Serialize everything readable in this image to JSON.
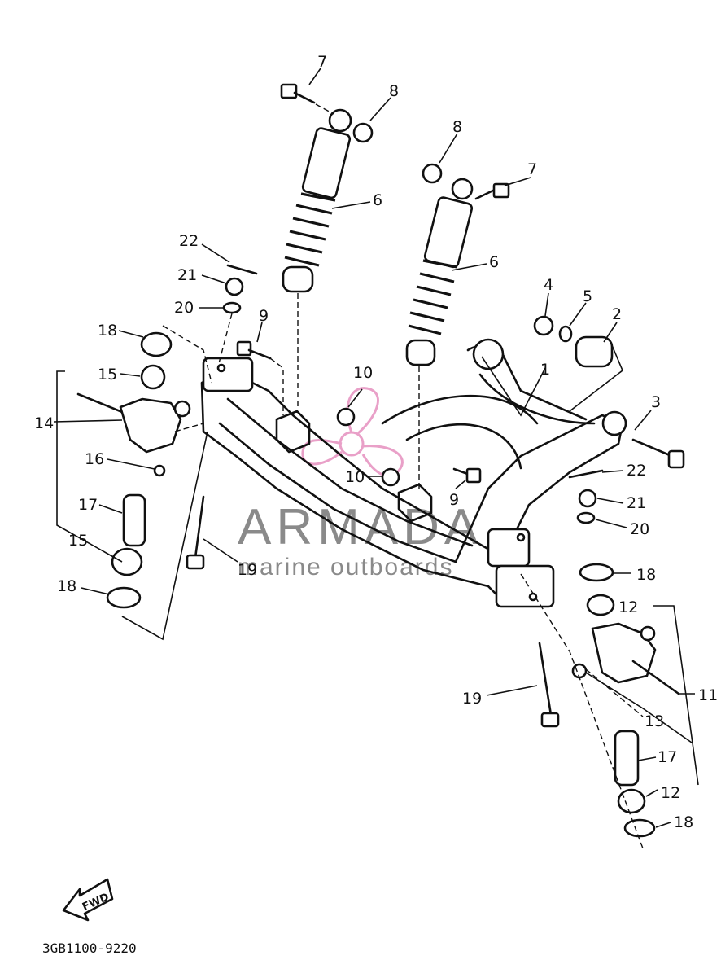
{
  "diagram": {
    "diagram_code": "3GB1100-9220",
    "fwd_label": "FWD",
    "watermark": {
      "brand": "ARMADA",
      "tagline": "marine outboards",
      "logo_icon": "propeller-icon",
      "logo_color": "#e9a0c8",
      "text_color": "#8a8a8a"
    },
    "callouts": [
      {
        "id": "c7a",
        "text": "7"
      },
      {
        "id": "c8a",
        "text": "8"
      },
      {
        "id": "c8b",
        "text": "8"
      },
      {
        "id": "c7b",
        "text": "7"
      },
      {
        "id": "c6a",
        "text": "6"
      },
      {
        "id": "c6b",
        "text": "6"
      },
      {
        "id": "c22a",
        "text": "22"
      },
      {
        "id": "c21a",
        "text": "21"
      },
      {
        "id": "c20a",
        "text": "20"
      },
      {
        "id": "c9a",
        "text": "9"
      },
      {
        "id": "c18a",
        "text": "18"
      },
      {
        "id": "c15a",
        "text": "15"
      },
      {
        "id": "c14",
        "text": "14"
      },
      {
        "id": "c16",
        "text": "16"
      },
      {
        "id": "c17a",
        "text": "17"
      },
      {
        "id": "c15b",
        "text": "15"
      },
      {
        "id": "c18b",
        "text": "18"
      },
      {
        "id": "c19a",
        "text": "19"
      },
      {
        "id": "c10a",
        "text": "10"
      },
      {
        "id": "c10b",
        "text": "10"
      },
      {
        "id": "c9b",
        "text": "9"
      },
      {
        "id": "c4",
        "text": "4"
      },
      {
        "id": "c5",
        "text": "5"
      },
      {
        "id": "c2",
        "text": "2"
      },
      {
        "id": "c1",
        "text": "1"
      },
      {
        "id": "c3",
        "text": "3"
      },
      {
        "id": "c22b",
        "text": "22"
      },
      {
        "id": "c21b",
        "text": "21"
      },
      {
        "id": "c20b",
        "text": "20"
      },
      {
        "id": "c18c",
        "text": "18"
      },
      {
        "id": "c12a",
        "text": "12"
      },
      {
        "id": "c11",
        "text": "11"
      },
      {
        "id": "c13",
        "text": "13"
      },
      {
        "id": "c19b",
        "text": "19"
      },
      {
        "id": "c17b",
        "text": "17"
      },
      {
        "id": "c12b",
        "text": "12"
      },
      {
        "id": "c18d",
        "text": "18"
      }
    ]
  }
}
